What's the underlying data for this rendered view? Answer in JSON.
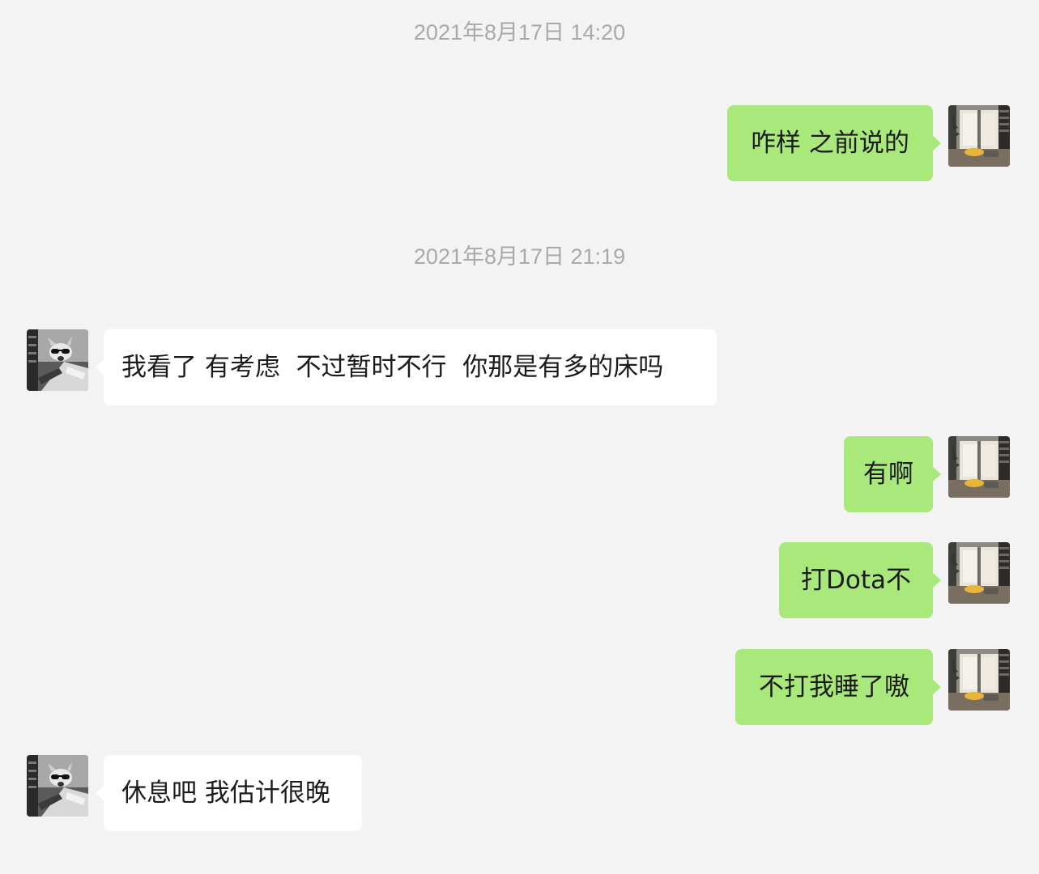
{
  "timestamps": [
    "2021年8月17日 14:20",
    "2021年8月17日 21:19"
  ],
  "messages": [
    {
      "side": "sent",
      "text": "咋样 之前说的"
    },
    {
      "side": "received",
      "text": "我看了 有考虑  不过暂时不行  你那是有多的床吗"
    },
    {
      "side": "sent",
      "text": "有啊"
    },
    {
      "side": "sent",
      "text": "打Dota不"
    },
    {
      "side": "sent",
      "text": "不打我睡了嗷"
    },
    {
      "side": "received",
      "text": "休息吧 我估计很晚"
    }
  ],
  "colors": {
    "background": "#f3f3f3",
    "sent_bubble": "#a9e97b",
    "received_bubble": "#ffffff",
    "timestamp_text": "#a9a9a9"
  },
  "icons": {
    "self_avatar": "room-window-photo-avatar",
    "contact_avatar": "dog-with-sunglasses-avatar"
  }
}
